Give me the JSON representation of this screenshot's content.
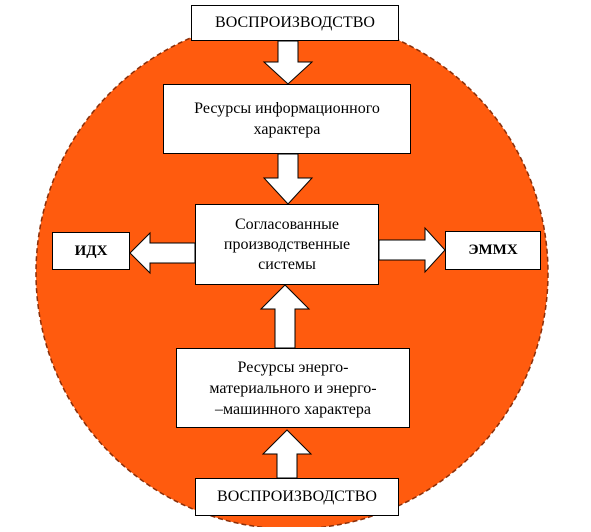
{
  "colors": {
    "circle_fill": "#FF5B0E",
    "circle_border": "#8A2E08",
    "box_fill": "#FFFFFF",
    "box_border": "#000000",
    "arrow_fill": "#FFFFFF",
    "arrow_border": "#000000"
  },
  "nodes": {
    "top": "ВОСПРОИЗВОДСТВО",
    "info_resources": "Ресурсы информационного\nхарактера",
    "center": "Согласованные\nпроизводственные\nсистемы",
    "left": "ИДХ",
    "right": "ЭММХ",
    "energy_resources": "Ресурсы энерго-\nматериального и  энерго-\n–машинного характера",
    "bottom": "ВОСПРОИЗВОДСТВО"
  },
  "edges": [
    {
      "from": "top",
      "to": "info_resources",
      "style": "block-arrow"
    },
    {
      "from": "info_resources",
      "to": "center",
      "style": "block-arrow"
    },
    {
      "from": "bottom",
      "to": "energy_resources",
      "style": "block-arrow"
    },
    {
      "from": "energy_resources",
      "to": "center",
      "style": "block-arrow"
    },
    {
      "from": "center",
      "to": "left",
      "style": "block-arrow"
    },
    {
      "from": "center",
      "to": "right",
      "style": "block-arrow"
    }
  ]
}
